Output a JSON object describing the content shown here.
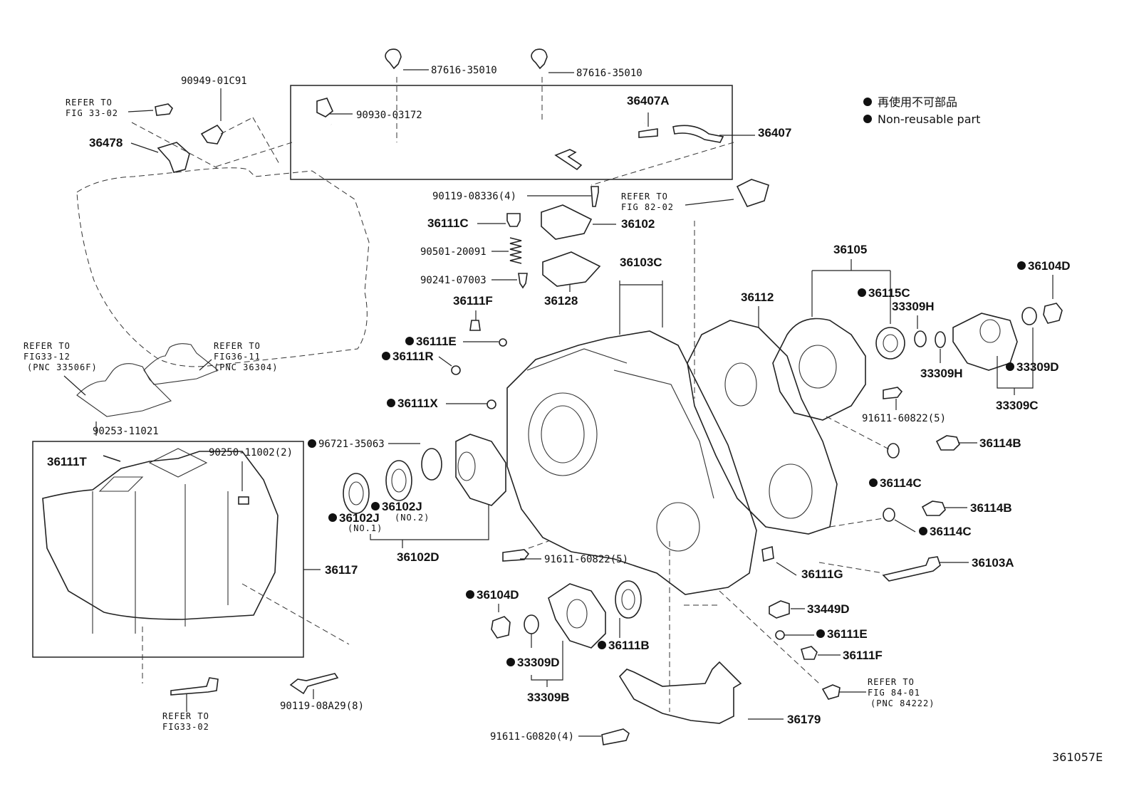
{
  "legend": {
    "line1": "再使用不可部品",
    "line2": "Non-reusable part"
  },
  "figure_id": "361057E",
  "refer": {
    "r1_a": "REFER TO",
    "r1_b": "FIG 33-02",
    "r2_a": "REFER TO",
    "r2_b": "FIG 82-02",
    "r3_a": "REFER TO",
    "r3_b": "FIG33-12",
    "r3_c": "(PNC 33506F)",
    "r4_a": "REFER TO",
    "r4_b": "FIG36-11",
    "r4_c": "(PNC 36304)",
    "r5_a": "REFER TO",
    "r5_b": "FIG33-02",
    "r6_a": "REFER TO",
    "r6_b": "FIG 84-01",
    "r6_c": "(PNC 84222)"
  },
  "labels": {
    "p87616a": "87616-35010",
    "p87616b": "87616-35010",
    "p90949": "90949-01C91",
    "p36478": "36478",
    "p90930": "90930-03172",
    "p36407A": "36407A",
    "p36407": "36407",
    "p90119_08336": "90119-08336(4)",
    "p36111C": "36111C",
    "p36102": "36102",
    "p90501": "90501-20091",
    "p90241": "90241-07003",
    "p36128": "36128",
    "p36103C": "36103C",
    "p36111F_a": "36111F",
    "p36111E_a": "36111E",
    "p36111R": "36111R",
    "p36111X": "36111X",
    "p36112": "36112",
    "p36105": "36105",
    "p36104D_a": "36104D",
    "p36115C": "36115C",
    "p33309H_a": "33309H",
    "p33309H_b": "33309H",
    "p33309D_a": "33309D",
    "p33309C": "33309C",
    "p91611_60822_a": "91611-60822(5)",
    "p36114B_a": "36114B",
    "p36114C_a": "36114C",
    "p36114B_b": "36114B",
    "p36114C_b": "36114C",
    "p36103A": "36103A",
    "p36111G": "36111G",
    "p33449D": "33449D",
    "p36111E_b": "36111E",
    "p36111F_b": "36111F",
    "p36179": "36179",
    "p91611_G0820": "91611-G0820(4)",
    "p33309B": "33309B",
    "p33309D_b": "33309D",
    "p36104D_b": "36104D",
    "p36111B": "36111B",
    "p91611_60822_b": "91611-60822(5)",
    "p96721": "96721-35063",
    "p36102J_1": "36102J",
    "p36102J_1n": "(NO.1)",
    "p36102J_2": "36102J",
    "p36102J_2n": "(NO.2)",
    "p36102D": "36102D",
    "p90253": "90253-11021",
    "p36111T": "36111T",
    "p90250": "90250-11002(2)",
    "p36117": "36117",
    "p90119_08A29": "90119-08A29(8)"
  }
}
